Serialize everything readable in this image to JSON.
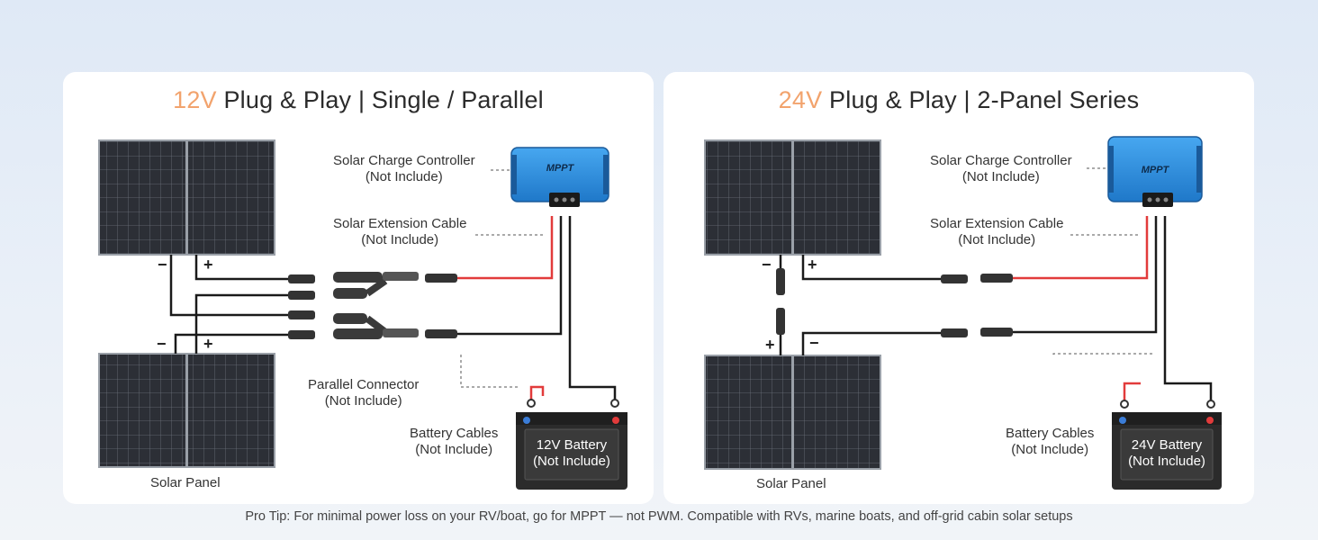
{
  "left": {
    "title_highlight": "12V",
    "title_rest": "Plug & Play | Single / Parallel",
    "controller_label": "Solar Charge Controller",
    "controller_note": "(Not Include)",
    "extension_label": "Solar Extension Cable",
    "extension_note": "(Not Include)",
    "parallel_label": "Parallel Connector",
    "parallel_note": "(Not Include)",
    "battery_cables_label": "Battery Cables",
    "battery_cables_note": "(Not Include)",
    "battery_label": "12V Battery",
    "battery_note": "(Not Include)",
    "panel_label": "Solar Panel",
    "mppt": "MPPT",
    "minus": "−",
    "plus": "+"
  },
  "right": {
    "title_highlight": "24V",
    "title_rest": "Plug & Play | 2-Panel Series",
    "controller_label": "Solar Charge Controller",
    "controller_note": "(Not Include)",
    "extension_label": "Solar Extension Cable",
    "extension_note": "(Not Include)",
    "battery_cables_label": "Battery Cables",
    "battery_cables_note": "(Not Include)",
    "battery_label": "24V Battery",
    "battery_note": "(Not Include)",
    "panel_label": "Solar Panel",
    "mppt": "MPPT",
    "minus": "−",
    "plus": "+"
  },
  "pro_tip": "Pro Tip: For minimal power loss on your RV/boat, go for MPPT — not PWM. Compatible with RVs, marine boats, and off-grid cabin solar setups",
  "colors": {
    "highlight": "#f2a36d",
    "controller_blue": "#2f8fe0",
    "wire_red": "#e23b3b",
    "wire_black": "#1a1a1a",
    "panel_dark": "#2c2f36"
  }
}
